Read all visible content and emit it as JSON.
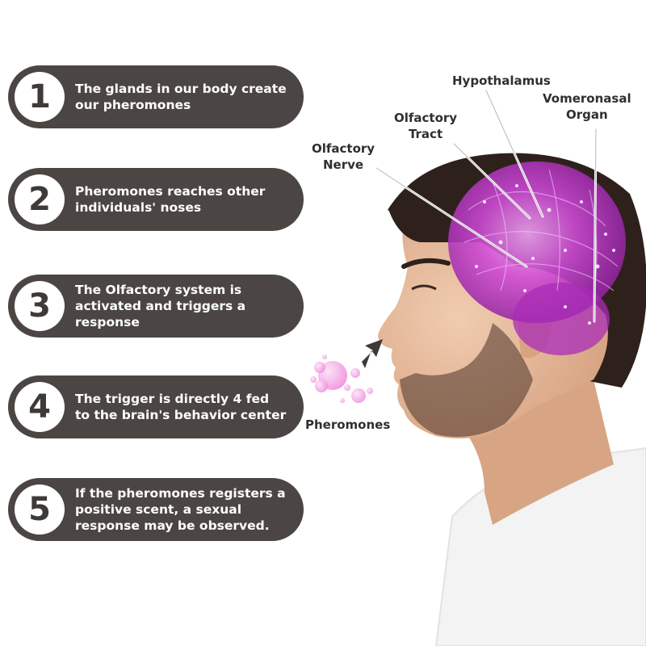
{
  "steps": [
    {
      "number": "1",
      "text": "The glands in our body create\nour pheromones"
    },
    {
      "number": "2",
      "text": "Pheromones reaches other\nindividuals' noses"
    },
    {
      "number": "3",
      "text": "The Olfactory system is\nactivated and triggers a\nresponse"
    },
    {
      "number": "4",
      "text": "The trigger is directly 4 fed\nto the brain's behavior center"
    },
    {
      "number": "5",
      "text": "If the pheromones registers a\npositive scent, a sexual\nresponse may be observed."
    }
  ],
  "labels": {
    "hypothalamus": "Hypothalamus",
    "vomeronasal": "Vomeronasal\nOrgan",
    "olfactory_tract": "Olfactory\nTract",
    "olfactory_nerve": "Olfactory\nNerve",
    "pheromones": "Pheromones"
  },
  "colors": {
    "pill": "#4b4644",
    "brain": "#c93ad6",
    "bubble": "#f5a8e8",
    "hair": "#2e211b",
    "skin": "#e8bc9c",
    "shirt": "#f4f4f4"
  }
}
